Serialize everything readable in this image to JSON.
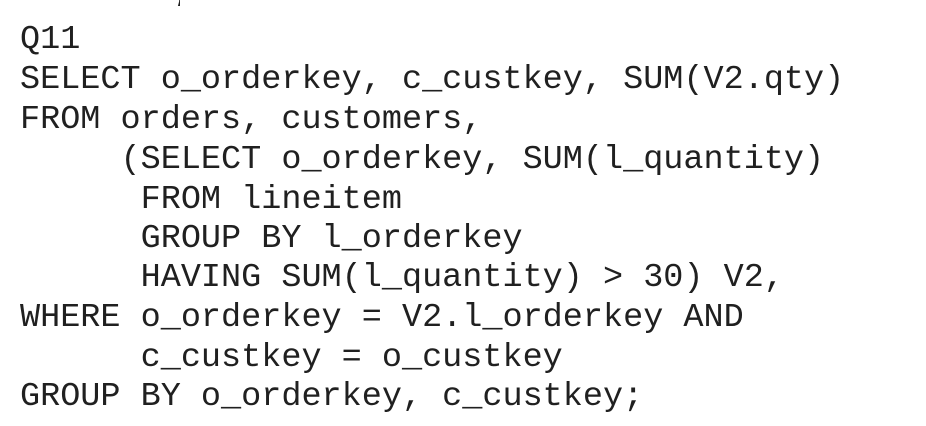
{
  "code_block": {
    "clipped_top_fragment": ")",
    "lines": [
      "Q11",
      "SELECT o_orderkey, c_custkey, SUM(V2.qty)",
      "FROM orders, customers,",
      "     (SELECT o_orderkey, SUM(l_quantity)",
      "      FROM lineitem",
      "      GROUP BY l_orderkey",
      "      HAVING SUM(l_quantity) > 30) V2,",
      "WHERE o_orderkey = V2.l_orderkey AND",
      "      c_custkey = o_custkey",
      "GROUP BY o_orderkey, c_custkey;"
    ]
  }
}
